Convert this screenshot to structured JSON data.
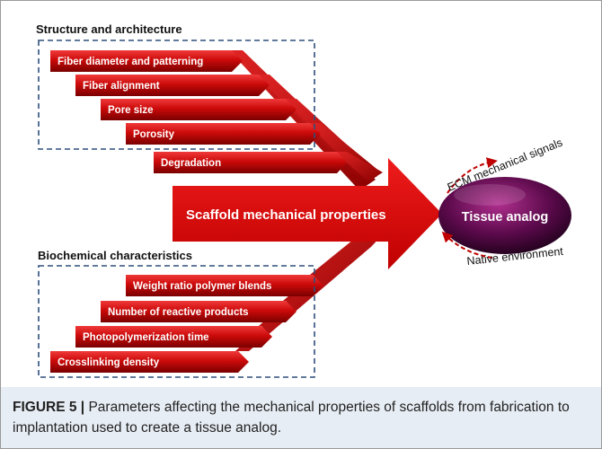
{
  "diagram": {
    "structure": {
      "title": "Structure and architecture",
      "items": [
        "Fiber diameter and patterning",
        "Fiber alignment",
        "Pore size",
        "Porosity"
      ]
    },
    "degradation_label": "Degradation",
    "biochemical": {
      "title": "Biochemical characteristics",
      "items": [
        "Weight ratio polymer blends",
        "Number of reactive products",
        "Photopolymerization time",
        "Crosslinking density"
      ]
    },
    "central_arrow_label": "Scaffold mechanical properties",
    "target_label": "Tissue analog",
    "top_curve_label": "ECM mechanical signals",
    "bottom_curve_label": "Native environment"
  },
  "caption": {
    "figure_label": "FIGURE 5 |",
    "text": " Parameters affecting the mechanical properties of scaffolds from fabrication to implantation used to create a tissue analog."
  }
}
